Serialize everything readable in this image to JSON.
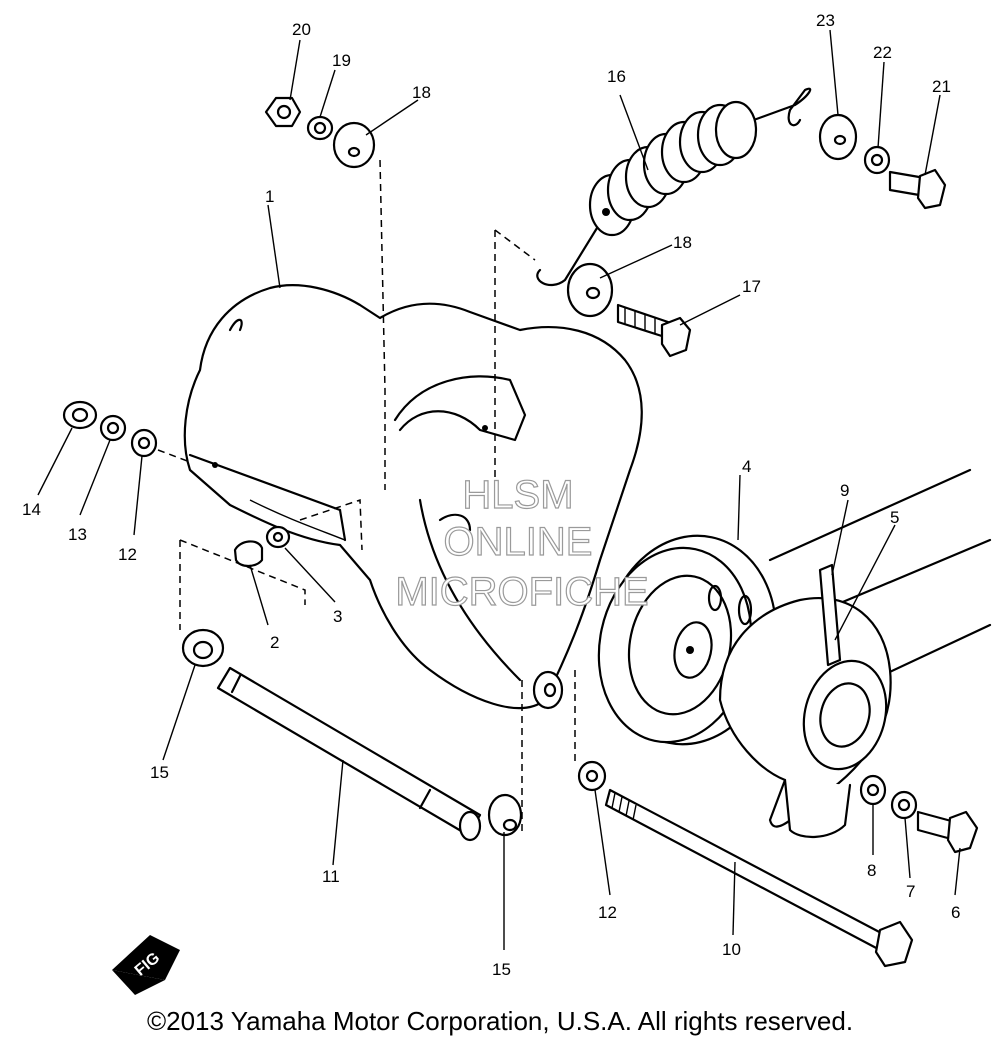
{
  "diagram": {
    "callouts": [
      {
        "id": "c1",
        "text": "1"
      },
      {
        "id": "c2",
        "text": "2"
      },
      {
        "id": "c3",
        "text": "3"
      },
      {
        "id": "c4",
        "text": "4"
      },
      {
        "id": "c5",
        "text": "5"
      },
      {
        "id": "c6",
        "text": "6"
      },
      {
        "id": "c7",
        "text": "7"
      },
      {
        "id": "c8",
        "text": "8"
      },
      {
        "id": "c9",
        "text": "9"
      },
      {
        "id": "c10",
        "text": "10"
      },
      {
        "id": "c11",
        "text": "11"
      },
      {
        "id": "c12a",
        "text": "12"
      },
      {
        "id": "c12b",
        "text": "12"
      },
      {
        "id": "c13",
        "text": "13"
      },
      {
        "id": "c14",
        "text": "14"
      },
      {
        "id": "c15a",
        "text": "15"
      },
      {
        "id": "c15b",
        "text": "15"
      },
      {
        "id": "c16",
        "text": "16"
      },
      {
        "id": "c17",
        "text": "17"
      },
      {
        "id": "c18a",
        "text": "18"
      },
      {
        "id": "c18b",
        "text": "18"
      },
      {
        "id": "c19",
        "text": "19"
      },
      {
        "id": "c20",
        "text": "20"
      },
      {
        "id": "c21",
        "text": "21"
      },
      {
        "id": "c22",
        "text": "22"
      },
      {
        "id": "c23",
        "text": "23"
      }
    ],
    "fig_marker": "FIG",
    "watermark": [
      "HLSM",
      "ONLINE",
      "MICROFICHE"
    ]
  },
  "footer": {
    "copyright": "©2013 Yamaha Motor Corporation, U.S.A. All rights reserved."
  }
}
